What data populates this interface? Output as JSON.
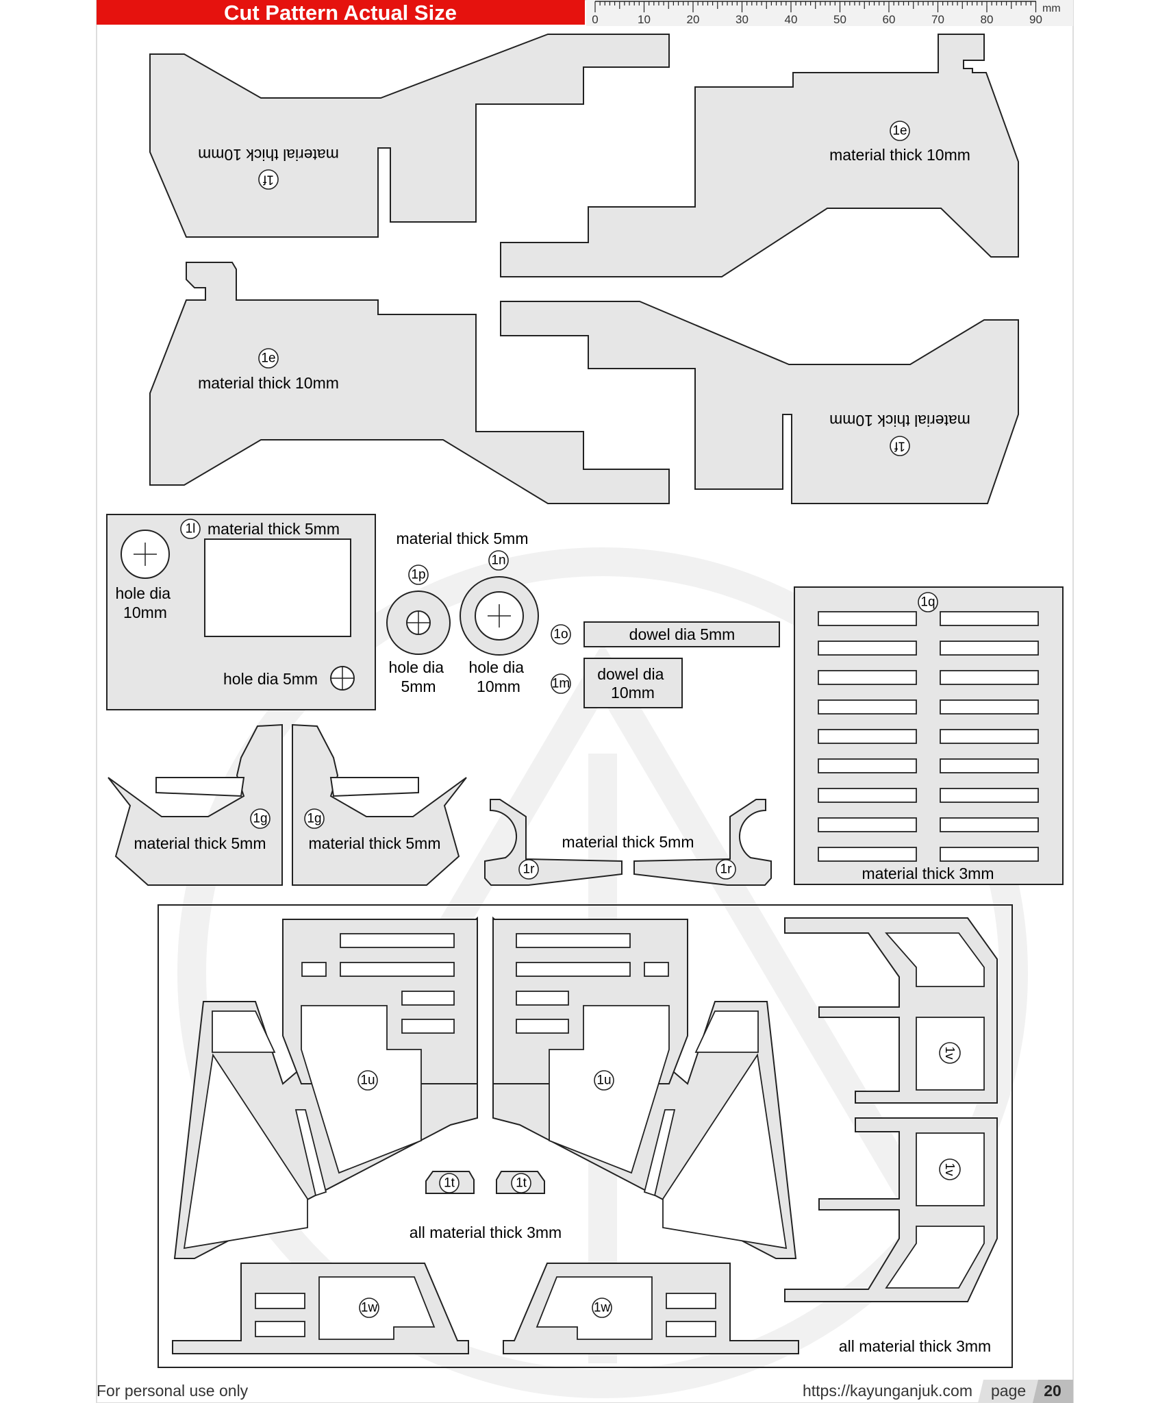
{
  "header": {
    "title": "Cut Pattern Actual Size",
    "ruler_unit": "mm",
    "ruler_labels": [
      "0",
      "10",
      "20",
      "30",
      "40",
      "50",
      "60",
      "70",
      "80",
      "90"
    ]
  },
  "parts": {
    "p1f_top": {
      "label": "1f",
      "material": "material thick 10mm"
    },
    "p1e_top": {
      "label": "1e",
      "material": "material thick 10mm"
    },
    "p1e_mid": {
      "label": "1e",
      "material": "material thick 10mm"
    },
    "p1f_mid": {
      "label": "1f",
      "material": "material thick 10mm"
    },
    "p1l": {
      "label": "1l",
      "material": "material thick 5mm",
      "hole_large": [
        "hole dia",
        "10mm"
      ],
      "hole_small": "hole dia 5mm"
    },
    "small_group": {
      "material": "material thick 5mm"
    },
    "p1p": {
      "label": "1p",
      "hole": [
        "hole dia",
        "5mm"
      ]
    },
    "p1n": {
      "label": "1n",
      "hole": [
        "hole dia",
        "10mm"
      ]
    },
    "p1o": {
      "label": "1o",
      "dowel": "dowel dia 5mm"
    },
    "p1m": {
      "label": "1m",
      "dowel": [
        "dowel dia",
        "10mm"
      ]
    },
    "p1q": {
      "label": "1q",
      "material": "material thick 3mm"
    },
    "p1g_left": {
      "label": "1g",
      "material": "material thick 5mm"
    },
    "p1g_right": {
      "label": "1g",
      "material": "material thick 5mm"
    },
    "p1r": {
      "label": "1r",
      "material": "material thick 5mm"
    },
    "group3": {
      "center_note": "all material thick 3mm",
      "corner_note": "all material thick 3mm",
      "u": "1u",
      "t": "1t",
      "w": "1w",
      "v": "1v"
    }
  },
  "footer": {
    "left": "For personal use only",
    "url": "https://kayunganjuk.com",
    "page_label": "page",
    "page_number": "20"
  },
  "colors": {
    "accent": "#e5120e",
    "part_fill": "#e6e6e6",
    "stroke": "#222222"
  }
}
